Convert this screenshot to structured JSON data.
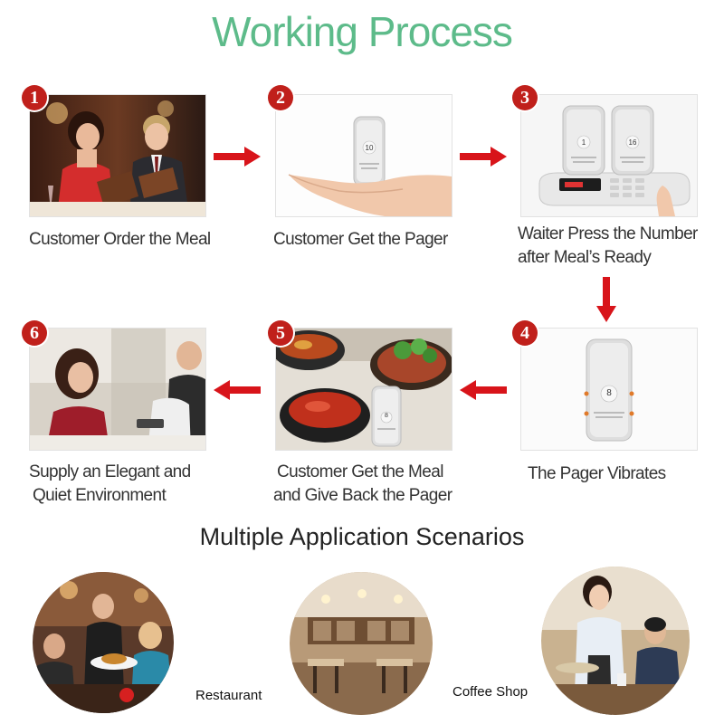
{
  "header": {
    "title": "Working Process"
  },
  "steps": [
    {
      "number": "1",
      "caption": "Customer Order the Meal"
    },
    {
      "number": "2",
      "caption": "Customer Get the Pager",
      "pager_number": "10"
    },
    {
      "number": "3",
      "caption_line1": "Waiter Press the Number",
      "caption_line2": "after Meal’s Ready",
      "pager_numbers": [
        "1",
        "16"
      ]
    },
    {
      "number": "4",
      "caption": "The Pager Vibrates",
      "pager_number": "8"
    },
    {
      "number": "5",
      "caption_line1": "Customer Get the Meal",
      "caption_line2": "and Give Back the Pager",
      "pager_number": "8"
    },
    {
      "number": "6",
      "caption_line1": "Supply an Elegant and",
      "caption_line2": "Quiet Environment"
    }
  ],
  "scenarios": {
    "title": "Multiple Application Scenarios",
    "items": [
      {
        "label": "Restaurant"
      },
      {
        "label": "Coffee Shop"
      }
    ]
  },
  "colors": {
    "title": "#5dbb8a",
    "badge": "#c0201b",
    "arrow": "#d8141a"
  }
}
